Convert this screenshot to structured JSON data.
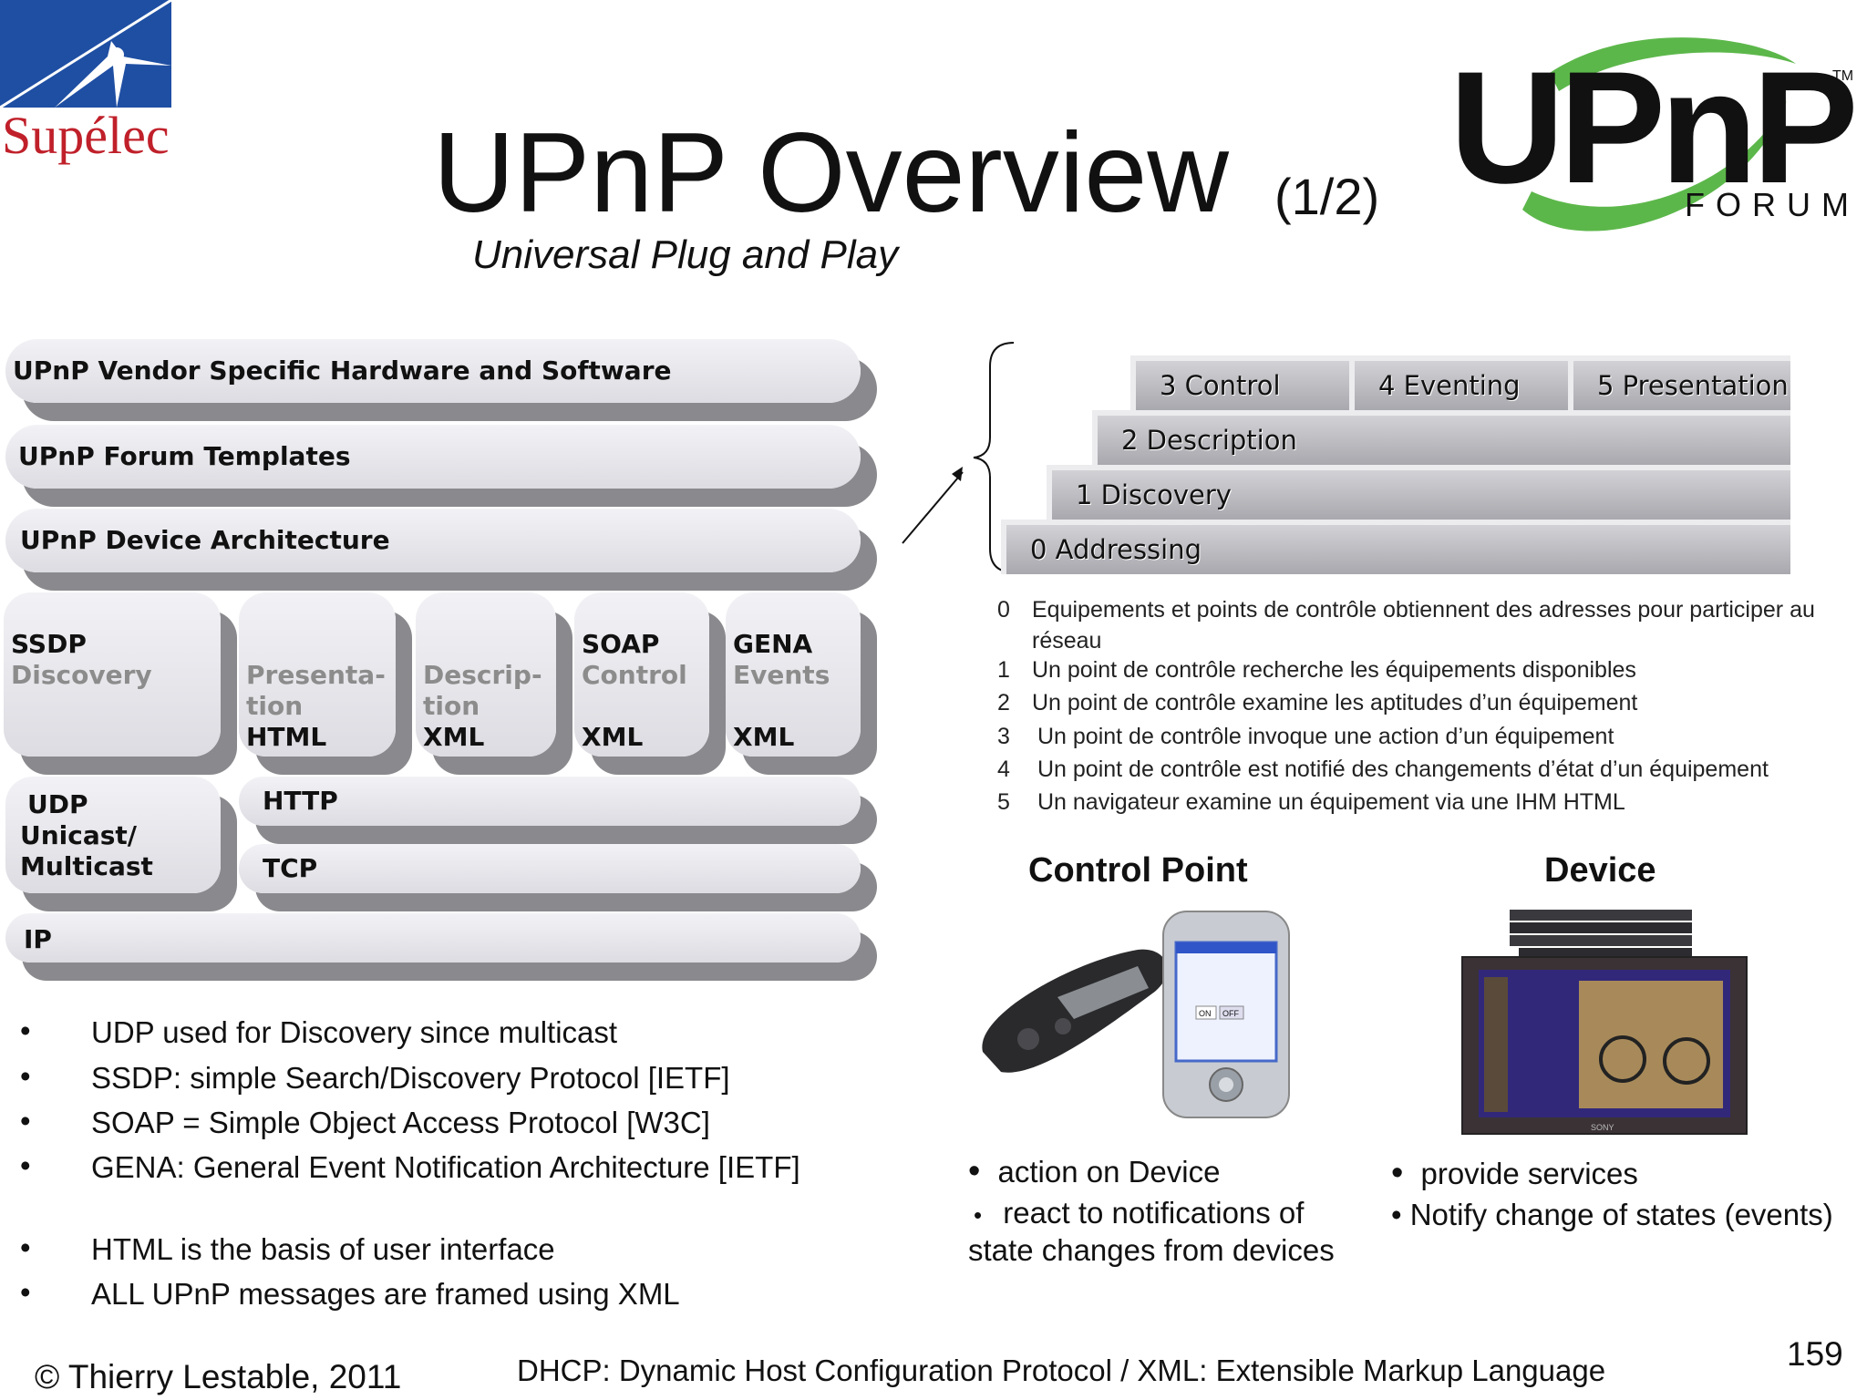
{
  "header": {
    "supelec_logo_text": "Supélec",
    "upnp_logo_text": "UPnP",
    "upnp_logo_forum": "FORUM",
    "upnp_logo_tm": "TM",
    "title": "UPnP Overview",
    "title_page": "(1/2)",
    "subtitle": "Universal Plug and Play"
  },
  "stack": {
    "vendor": "UPnP Vendor Specific Hardware and Software",
    "templates": "UPnP Forum Templates",
    "architecture": "UPnP Device Architecture",
    "ssdp_title": "SSDP",
    "ssdp_sub": "Discovery",
    "presentation_sub1": "Presenta-",
    "presentation_sub2": "tion",
    "presentation_bottom": "HTML",
    "description_sub1": "Descrip-",
    "description_sub2": "tion",
    "description_bottom": "XML",
    "soap_title": "SOAP",
    "soap_sub": "Control",
    "soap_bottom": "XML",
    "gena_title": "GENA",
    "gena_sub": "Events",
    "gena_bottom": "XML",
    "udp_1": "UDP",
    "udp_2": "Unicast/",
    "udp_3": "Multicast",
    "http": "HTTP",
    "tcp": "TCP",
    "ip": "IP"
  },
  "steps": {
    "control": "3 Control",
    "eventing": "4 Eventing",
    "presentation": "5 Presentation",
    "description": "2 Description",
    "discovery": "1 Discovery",
    "addressing": "0 Addressing"
  },
  "notes": [
    {
      "num": "0",
      "text": "Equipements et points de contrôle obtiennent des adresses pour participer au réseau"
    },
    {
      "num": "1",
      "text": "Un point de contrôle recherche les équipements disponibles"
    },
    {
      "num": "2",
      "text": "Un point de contrôle examine les aptitudes d’un équipement"
    },
    {
      "num": "3",
      "text": "Un point de contrôle invoque une action d’un équipement"
    },
    {
      "num": "4",
      "text": "Un point de contrôle est notifié des changements d’état d’un équipement"
    },
    {
      "num": "5",
      "text": "Un navigateur examine un équipement via une IHM HTML"
    }
  ],
  "control_point": {
    "title": "Control Point",
    "bullet1": "action on Device",
    "bullet2": "react to notifications of",
    "bullet2_cont": "state changes from devices",
    "pda_on": "ON",
    "pda_off": "OFF"
  },
  "device": {
    "title": "Device",
    "bullet1": "provide services",
    "bullet2": "• Notify change of states (events)",
    "tv_brand": "SONY"
  },
  "left_bullets": [
    "UDP used for Discovery since multicast",
    "SSDP: simple Search/Discovery Protocol [IETF]",
    "SOAP = Simple Object Access Protocol [W3C]",
    "GENA: General Event Notification Architecture [IETF]",
    "HTML is the basis of user interface",
    "ALL UPnP messages are framed using XML"
  ],
  "bullet_char": "•",
  "footer": {
    "copyright": "© Thierry Lestable, 2011",
    "glossary": "DHCP: Dynamic Host Configuration Protocol  / XML: Extensible Markup Language",
    "page": "159"
  },
  "colors": {
    "supelec_blue": "#1f4fa3",
    "supelec_red": "#c0202a",
    "upnp_green": "#5cb74a"
  }
}
